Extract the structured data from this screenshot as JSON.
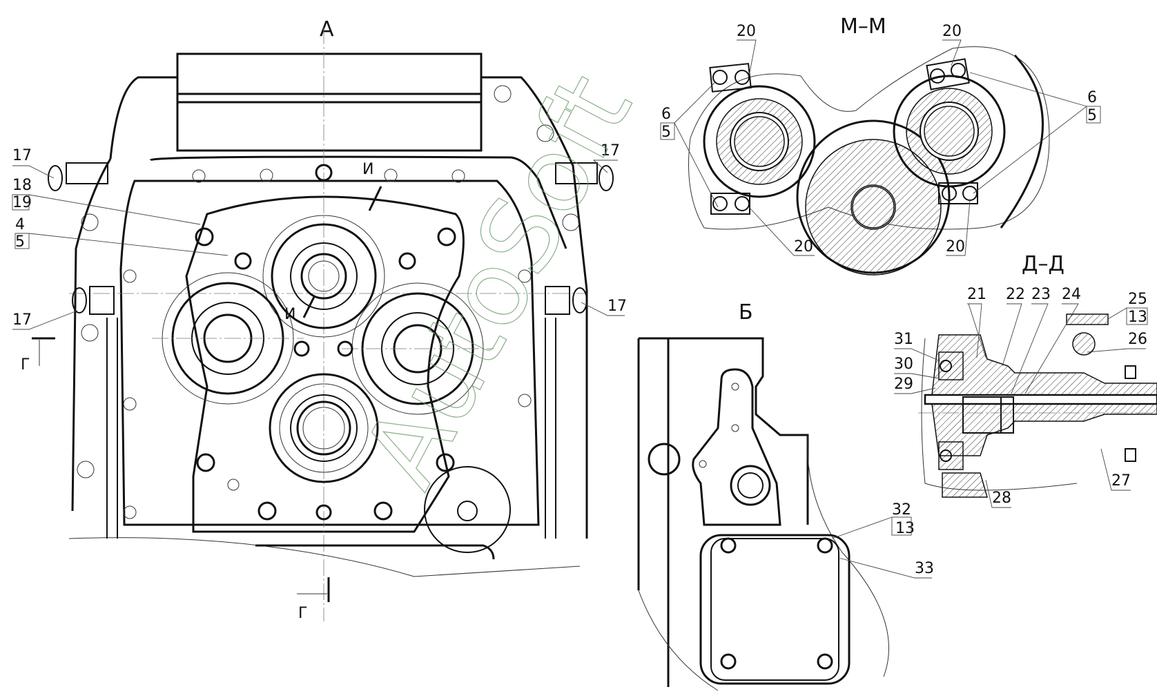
{
  "views": {
    "main": {
      "title": "А",
      "section_mark": "Г",
      "detail_mark": "И"
    },
    "mm": {
      "title": "М–М"
    },
    "b": {
      "title": "Б"
    },
    "dd": {
      "title": "Д–Д"
    }
  },
  "callouts": {
    "main": [
      {
        "id": "c17a",
        "text": "17"
      },
      {
        "id": "c18",
        "text": "18",
        "sub": "19"
      },
      {
        "id": "c4",
        "text": "4",
        "sub": "5"
      },
      {
        "id": "c17b",
        "text": "17"
      },
      {
        "id": "c17c",
        "text": "17"
      },
      {
        "id": "c17d",
        "text": "17"
      }
    ],
    "mm": [
      {
        "id": "m20a",
        "text": "20"
      },
      {
        "id": "m20b",
        "text": "20"
      },
      {
        "id": "m6l",
        "text": "6",
        "sub": "5"
      },
      {
        "id": "m6r",
        "text": "6",
        "sub": "5"
      },
      {
        "id": "m20c",
        "text": "20"
      },
      {
        "id": "m20d",
        "text": "20"
      }
    ],
    "dd": [
      {
        "id": "d21",
        "text": "21"
      },
      {
        "id": "d22",
        "text": "22"
      },
      {
        "id": "d23",
        "text": "23"
      },
      {
        "id": "d24",
        "text": "24"
      },
      {
        "id": "d25",
        "text": "25",
        "sub": "13"
      },
      {
        "id": "d26",
        "text": "26"
      },
      {
        "id": "d31",
        "text": "31"
      },
      {
        "id": "d30",
        "text": "30"
      },
      {
        "id": "d29",
        "text": "29"
      },
      {
        "id": "d27",
        "text": "27"
      },
      {
        "id": "d28",
        "text": "28"
      }
    ],
    "b": [
      {
        "id": "b32",
        "text": "32",
        "sub": "13"
      },
      {
        "id": "b33",
        "text": "33"
      }
    ]
  },
  "watermark": "AutoSoft",
  "colors": {
    "line": "#111111",
    "center": "#777777",
    "watermark": "#6a9a6a"
  }
}
